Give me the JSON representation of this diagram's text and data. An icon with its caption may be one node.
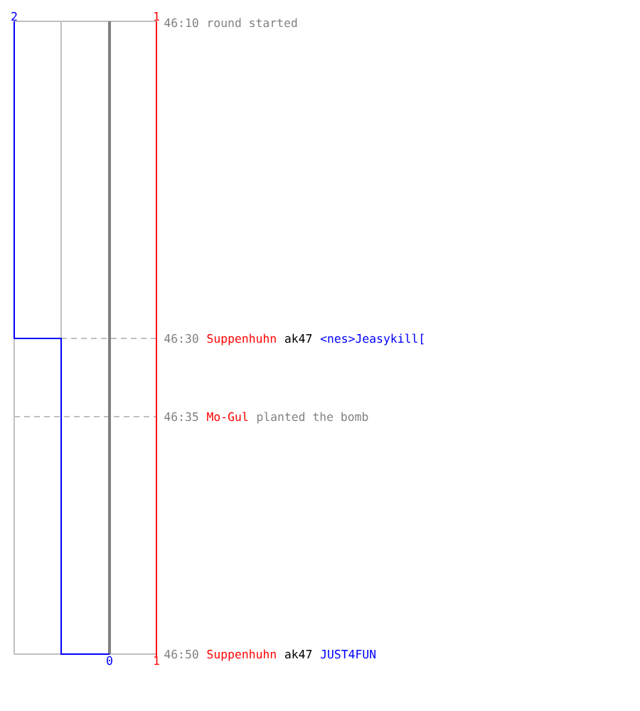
{
  "diagram": {
    "labels": [
      "2",
      "1",
      "46:10",
      "round started",
      "46:30",
      "Suppenhuhn",
      "ak47",
      "<nes>Jeasykill[",
      "46:35",
      "Mo-Gul",
      "planted the bomb",
      "0",
      "1",
      "46:50",
      "Suppenhuhn",
      "ak47",
      "JUST4FUN"
    ]
  }
}
